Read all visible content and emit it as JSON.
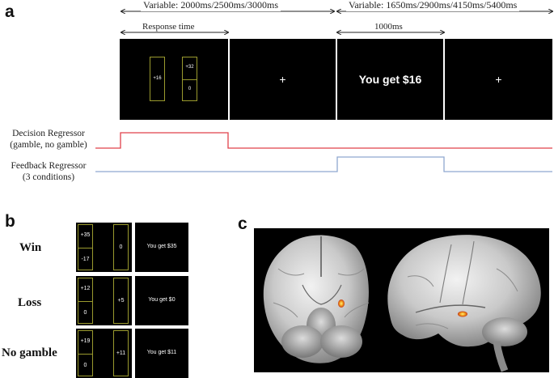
{
  "panel_a": {
    "letter": "a",
    "timing_left": "Variable: 2000ms/2500ms/3000ms",
    "timing_right": "Variable: 1650ms/2900ms/4150ms/5400ms",
    "response_time": "Response time",
    "feedback_duration": "1000ms",
    "decision_box": {
      "top": "+16",
      "right_top": "+32",
      "right_bottom": "0"
    },
    "fixation": "+",
    "feedback_text": "You get $16",
    "decision_regressor": {
      "line1": "Decision Regressor",
      "line2": "(gamble, no gamble)",
      "color": "#e0414b"
    },
    "feedback_regressor": {
      "line1": "Feedback Regressor",
      "line2": "(3 conditions)",
      "color": "#8fa8d0"
    }
  },
  "panel_b": {
    "letter": "b",
    "rows": [
      {
        "label": "Win",
        "left_top": "+35",
        "left_bottom": "-17",
        "right": "0",
        "feedback": "You get $35"
      },
      {
        "label": "Loss",
        "left_top": "+12",
        "left_bottom": "0",
        "right": "+5",
        "feedback": "You get $0"
      },
      {
        "label": "No gamble",
        "left_top": "+19",
        "left_bottom": "0",
        "right": "+11",
        "feedback": "You get $11"
      }
    ]
  },
  "panel_c": {
    "letter": "c"
  }
}
